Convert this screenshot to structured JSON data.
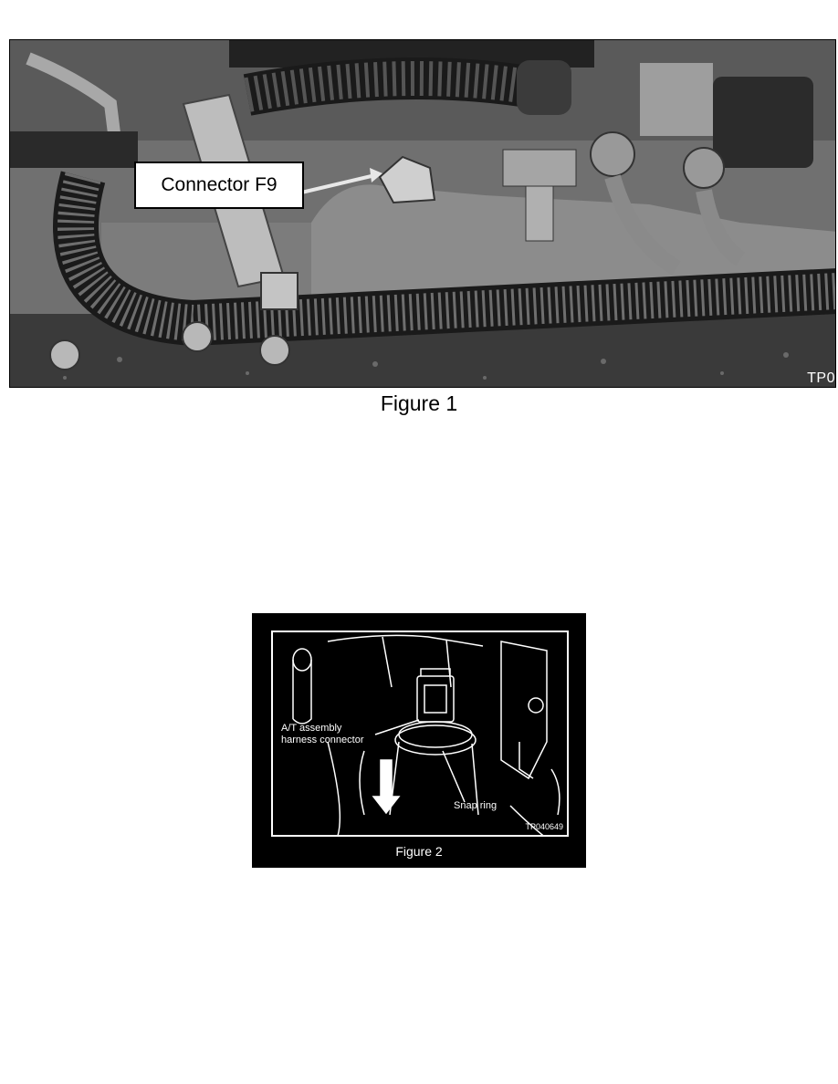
{
  "figure1": {
    "callout": "Connector F9",
    "photo_code": "TP0",
    "caption": "Figure 1"
  },
  "figure2": {
    "label_harness_line1": "A/T assembly",
    "label_harness_line2": "harness connector",
    "label_snap_ring": "Snap ring",
    "photo_code": "TP040649",
    "caption": "Figure 2"
  }
}
